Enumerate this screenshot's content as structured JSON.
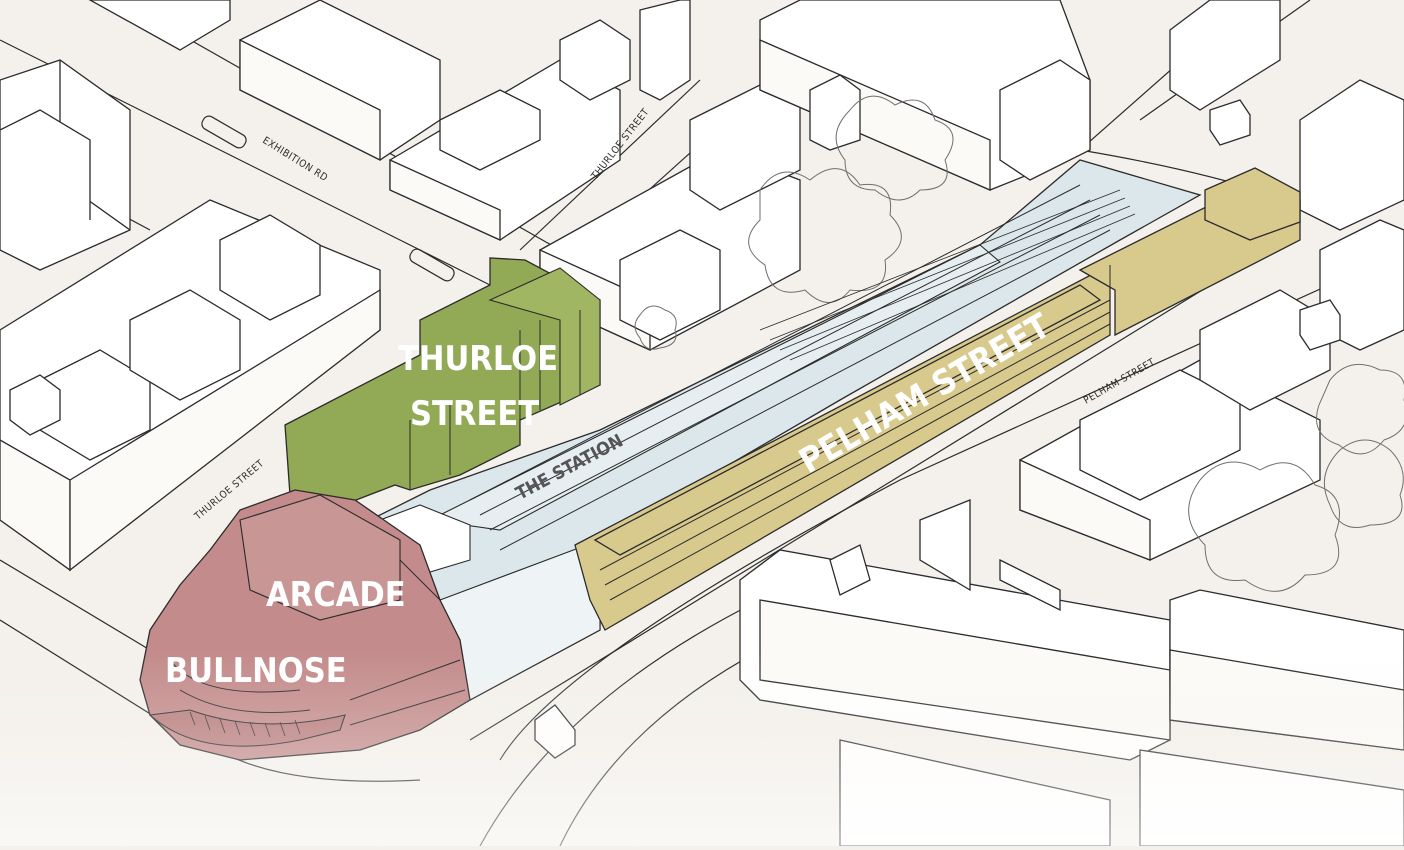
{
  "map": {
    "zones": [
      {
        "id": "thurloe",
        "label_line1": "THURLOE",
        "label_line2": "STREET",
        "color": "#92aa55"
      },
      {
        "id": "pelham",
        "label": "PELHAM STREET",
        "color": "#d8c98d"
      },
      {
        "id": "station",
        "label": "THE STATION",
        "color": "#dce7eb"
      },
      {
        "id": "arcade",
        "label": "ARCADE",
        "color": "#c38b8b"
      },
      {
        "id": "bullnose",
        "label": "BULLNOSE",
        "color": "#c38b8b"
      }
    ],
    "streets": [
      {
        "id": "exhibition-rd",
        "label": "EXHIBITION RD"
      },
      {
        "id": "thurloe-street-top",
        "label": "THURLOE STREET"
      },
      {
        "id": "thurloe-street-left",
        "label": "THURLOE STREET"
      },
      {
        "id": "pelham-street",
        "label": "PELHAM STREET"
      }
    ]
  }
}
